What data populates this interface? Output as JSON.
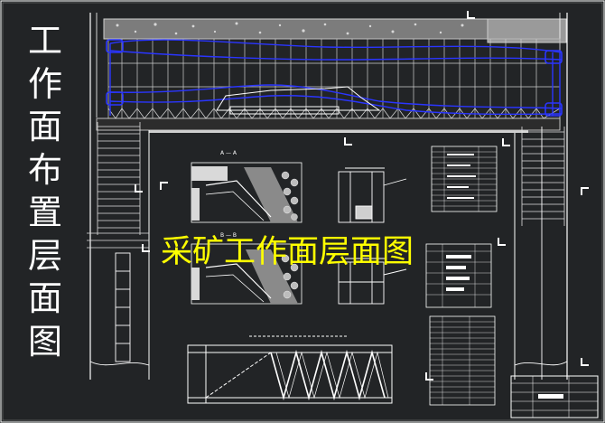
{
  "vertical_title": [
    "工",
    "作",
    "面",
    "布",
    "置",
    "层",
    "面",
    "图"
  ],
  "overlay_title": "采矿工作面层面图",
  "section_labels": {
    "a_a": "A — A",
    "b_b": "B — B"
  },
  "colors": {
    "background": "#222426",
    "frame": "#ffffff",
    "roadway": "#cfcfcf",
    "support_blue": "#2a35ff",
    "overlay_text": "#ffff00"
  }
}
